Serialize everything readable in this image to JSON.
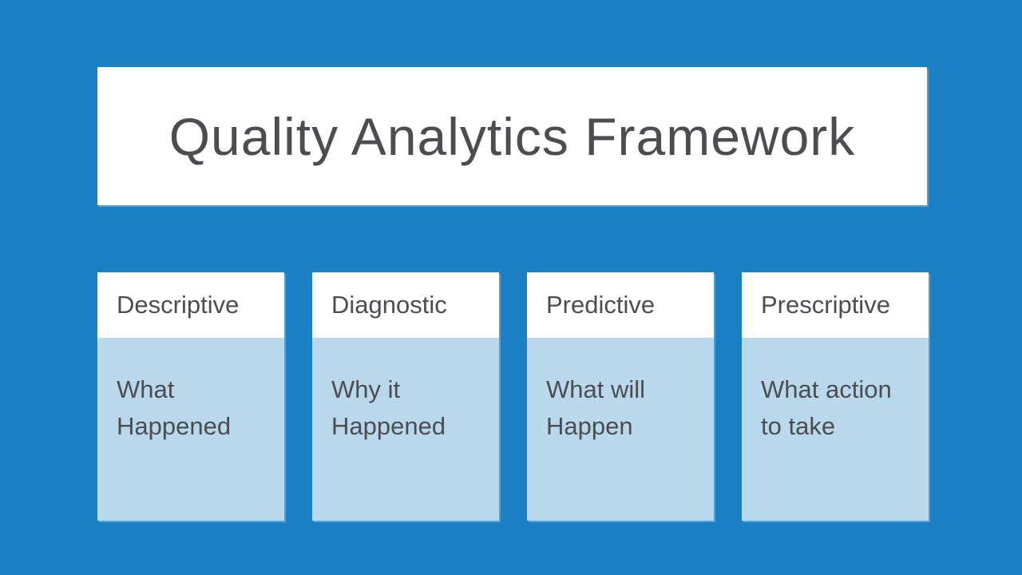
{
  "slide": {
    "title": "Quality Analytics Framework",
    "cards": [
      {
        "header": "Descriptive",
        "body": "What Happened"
      },
      {
        "header": "Diagnostic",
        "body": "Why it Happened"
      },
      {
        "header": "Predictive",
        "body": "What will Happen"
      },
      {
        "header": "Prescriptive",
        "body": "What action to take"
      }
    ],
    "colors": {
      "background": "#1B80C4",
      "panel": "#FFFFFF",
      "card_body": "#B9D8EC",
      "text": "#4B4D51"
    }
  }
}
